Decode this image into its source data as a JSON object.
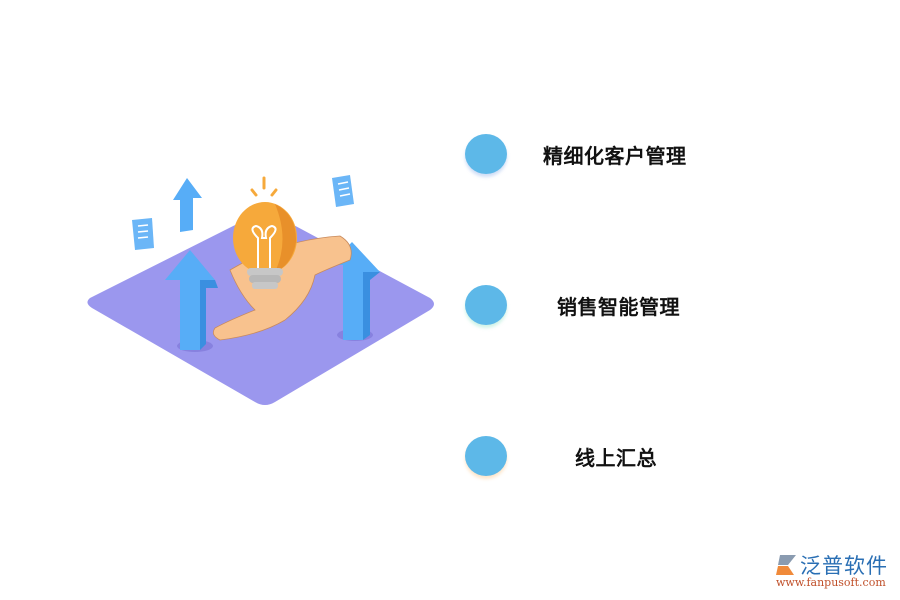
{
  "items": [
    {
      "label": "精细化客户管理"
    },
    {
      "label": "销售智能管理"
    },
    {
      "label": "线上汇总"
    }
  ],
  "colors": {
    "dot": "#5db8e8",
    "platform": "#9b97ee",
    "arrow": "#4aa8f5",
    "bulb": "#f6a93b",
    "hand": "#f8c28e"
  },
  "logo": {
    "name": "泛普软件",
    "url": "www.fanpusoft.com"
  }
}
